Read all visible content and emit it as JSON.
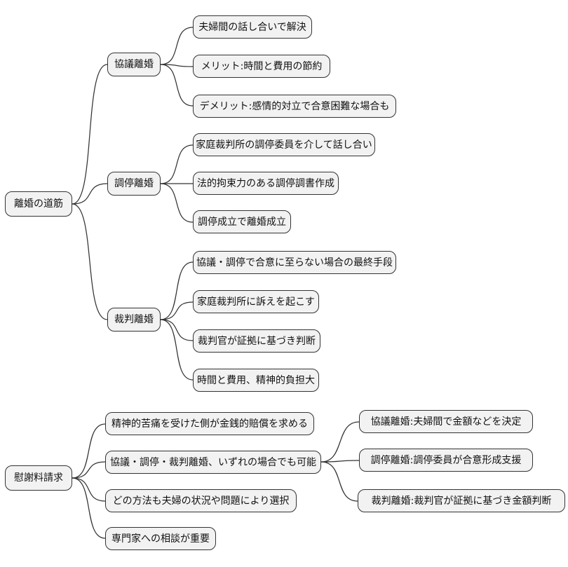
{
  "mindmap": {
    "colors": {
      "node_fill": "#f2f2f2",
      "node_border": "#333333",
      "edge": "#333333",
      "text": "#111111",
      "background": "#ffffff"
    },
    "roots": [
      {
        "label": "離婚の道筋",
        "children": [
          {
            "label": "協議離婚",
            "children": [
              {
                "label": "夫婦間の話し合いで解決"
              },
              {
                "label": "メリット:時間と費用の節約"
              },
              {
                "label": "デメリット:感情的対立で合意困難な場合も"
              }
            ]
          },
          {
            "label": "調停離婚",
            "children": [
              {
                "label": "家庭裁判所の調停委員を介して話し合い"
              },
              {
                "label": "法的拘束力のある調停調書作成"
              },
              {
                "label": "調停成立で離婚成立"
              }
            ]
          },
          {
            "label": "裁判離婚",
            "children": [
              {
                "label": "協議・調停で合意に至らない場合の最終手段"
              },
              {
                "label": "家庭裁判所に訴えを起こす"
              },
              {
                "label": "裁判官が証拠に基づき判断"
              },
              {
                "label": "時間と費用、精神的負担大"
              }
            ]
          }
        ]
      },
      {
        "label": "慰謝料請求",
        "children": [
          {
            "label": "精神的苦痛を受けた側が金銭的賠償を求める"
          },
          {
            "label": "協議・調停・裁判離婚、いずれの場合でも可能",
            "children": [
              {
                "label": "協議離婚:夫婦間で金額などを決定"
              },
              {
                "label": "調停離婚:調停委員が合意形成支援"
              },
              {
                "label": "裁判離婚:裁判官が証拠に基づき金額判断"
              }
            ]
          },
          {
            "label": "どの方法も夫婦の状況や問題により選択"
          },
          {
            "label": "専門家への相談が重要"
          }
        ]
      }
    ]
  }
}
